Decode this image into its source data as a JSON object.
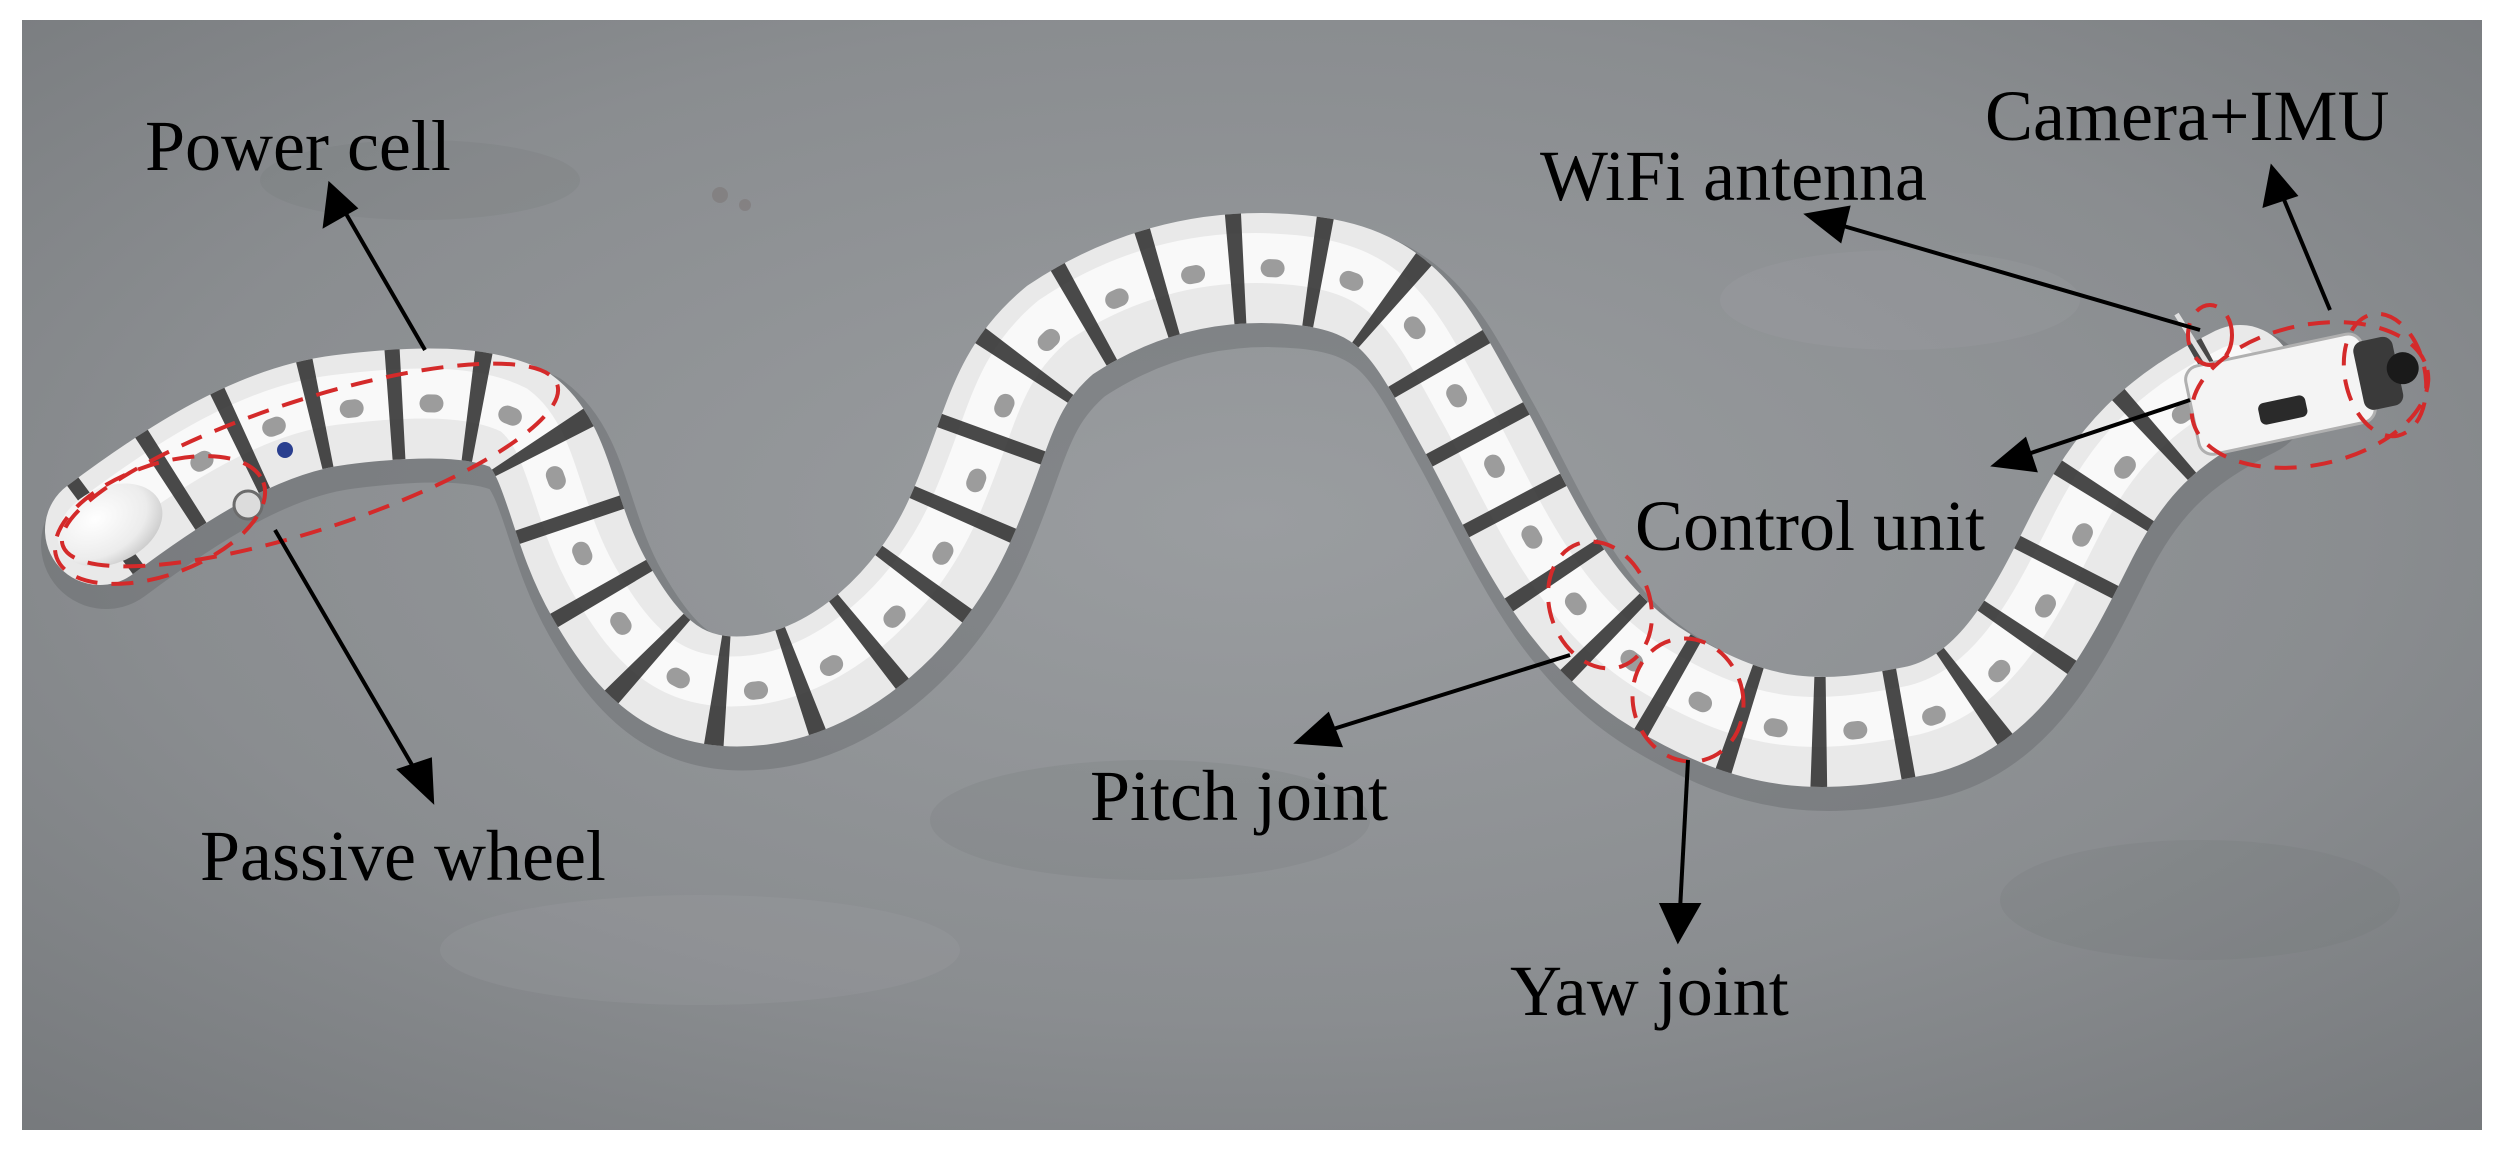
{
  "figure": {
    "colors": {
      "floor": "#8c8f92",
      "robot_body": "#f2f2f2",
      "joint_dark": "#2a2a2a",
      "callout_ellipse": "#d42a2a",
      "arrow": "#000000"
    },
    "labels": {
      "power_cell": "Power cell",
      "passive_wheel": "Passive wheel",
      "wifi_antenna": "WiFi antenna",
      "camera_imu": "Camera+IMU",
      "control_unit": "Control unit",
      "pitch_joint": "Pitch joint",
      "yaw_joint": "Yaw joint"
    }
  }
}
